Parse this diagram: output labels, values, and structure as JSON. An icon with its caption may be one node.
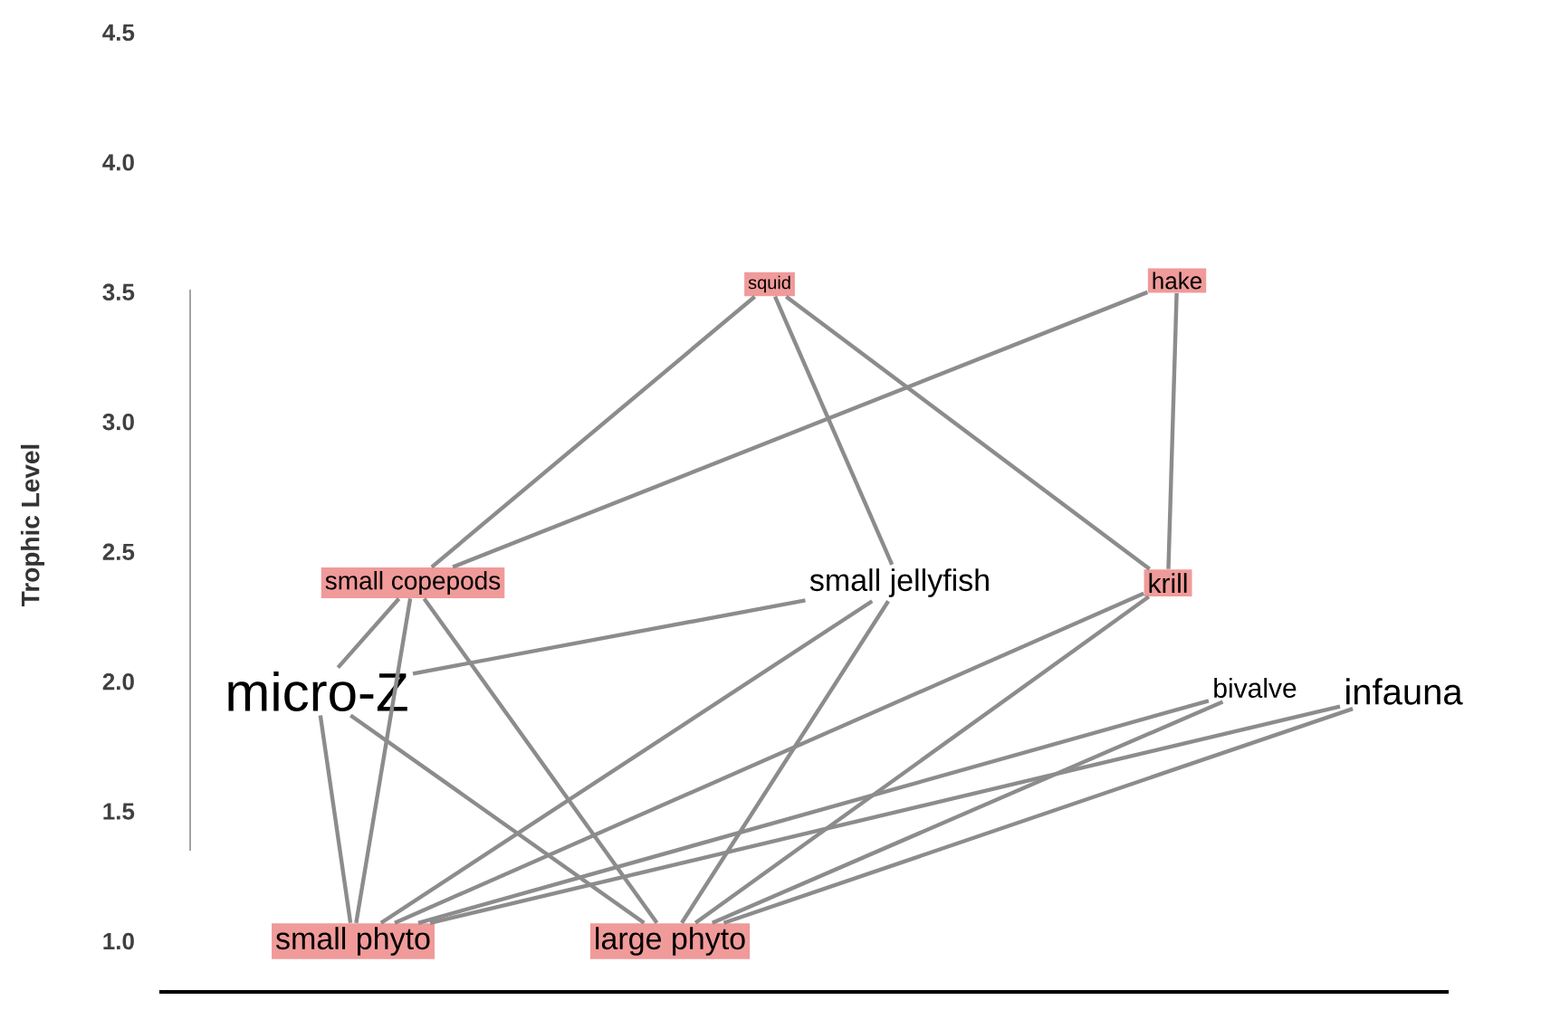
{
  "diagram": {
    "nodes": [
      {
        "text": [
          "small phyto"
        ]
      },
      {
        "text": [
          "large phyto"
        ]
      },
      {
        "text": [
          "micro-Z"
        ]
      },
      {
        "text": [
          "infauna"
        ]
      },
      {
        "text": [
          "bivalve"
        ]
      },
      {
        "text": [
          "small copepods"
        ]
      },
      {
        "text": [
          "small jellyfish"
        ]
      },
      {
        "text": [
          "krill"
        ]
      },
      {
        "text": [
          "squid"
        ]
      },
      {
        "text": [
          "hake"
        ]
      }
    ],
    "edges": [
      {
        "from": 0,
        "to": 2,
        "arrow": "none"
      },
      {
        "from": 0,
        "to": 5,
        "arrow": "none"
      },
      {
        "from": 0,
        "to": 6,
        "arrow": "none"
      },
      {
        "from": 0,
        "to": 7,
        "arrow": "none"
      },
      {
        "from": 0,
        "to": 4,
        "arrow": "none"
      },
      {
        "from": 0,
        "to": 3,
        "arrow": "none"
      },
      {
        "from": 1,
        "to": 2,
        "arrow": "none"
      },
      {
        "from": 1,
        "to": 5,
        "arrow": "none"
      },
      {
        "from": 1,
        "to": 6,
        "arrow": "none"
      },
      {
        "from": 1,
        "to": 7,
        "arrow": "none"
      },
      {
        "from": 1,
        "to": 4,
        "arrow": "none"
      },
      {
        "from": 1,
        "to": 3,
        "arrow": "none"
      },
      {
        "from": 2,
        "to": 5,
        "arrow": "none"
      },
      {
        "from": 2,
        "to": 6,
        "arrow": "none"
      },
      {
        "from": 5,
        "to": 8,
        "arrow": "none"
      },
      {
        "from": 5,
        "to": 9,
        "arrow": "none"
      },
      {
        "from": 6,
        "to": 8,
        "arrow": "none"
      },
      {
        "from": 7,
        "to": 8,
        "arrow": "none"
      },
      {
        "from": 7,
        "to": 9,
        "arrow": "none"
      }
    ],
    "labels": [
      "Trophic Level",
      "4.5",
      "4.0",
      "3.5",
      "3.0",
      "2.5",
      "2.0",
      "1.5",
      "1.0"
    ]
  }
}
